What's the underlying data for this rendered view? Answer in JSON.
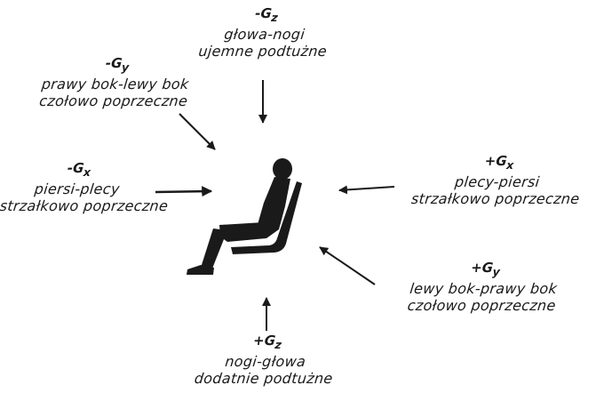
{
  "axes": {
    "minus_gz": {
      "axis": "-G",
      "sub": "z",
      "line1": "głowa-nogi",
      "line2": "ujemne podtużne"
    },
    "minus_gy": {
      "axis": "-G",
      "sub": "y",
      "line1": "prawy bok-lewy bok",
      "line2": "czołowo poprzeczne"
    },
    "minus_gx": {
      "axis": "-G",
      "sub": "x",
      "line1": "piersi-plecy",
      "line2": "strzałkowo poprzeczne"
    },
    "plus_gx": {
      "axis": "+G",
      "sub": "x",
      "line1": "plecy-piersi",
      "line2": "strzałkowo poprzeczne"
    },
    "plus_gy": {
      "axis": "+G",
      "sub": "y",
      "line1": "lewy bok-prawy bok",
      "line2": "czołowo poprzeczne"
    },
    "plus_gz": {
      "axis": "+G",
      "sub": "z",
      "line1": "nogi-głowa",
      "line2": "dodatnie podtużne"
    }
  },
  "colors": {
    "ink": "#1a1a1a",
    "background": "#ffffff"
  },
  "icons": {
    "figure": "seated-person-icon",
    "arrow": "arrow-icon"
  }
}
